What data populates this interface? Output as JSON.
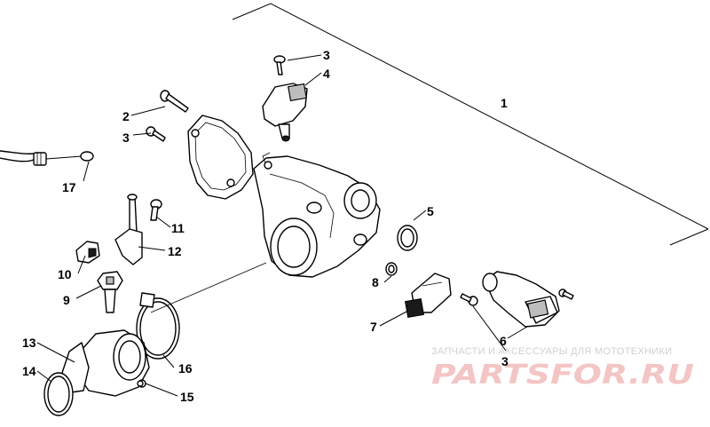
{
  "callouts": [
    {
      "id": "1",
      "label": "1"
    },
    {
      "id": "2",
      "label": "2"
    },
    {
      "id": "3a",
      "label": "3"
    },
    {
      "id": "3b",
      "label": "3"
    },
    {
      "id": "3c",
      "label": "3"
    },
    {
      "id": "4",
      "label": "4"
    },
    {
      "id": "5",
      "label": "5"
    },
    {
      "id": "6",
      "label": "6"
    },
    {
      "id": "7",
      "label": "7"
    },
    {
      "id": "8",
      "label": "8"
    },
    {
      "id": "9",
      "label": "9"
    },
    {
      "id": "10",
      "label": "10"
    },
    {
      "id": "11",
      "label": "11"
    },
    {
      "id": "12",
      "label": "12"
    },
    {
      "id": "13",
      "label": "13"
    },
    {
      "id": "14",
      "label": "14"
    },
    {
      "id": "15",
      "label": "15"
    },
    {
      "id": "16",
      "label": "16"
    },
    {
      "id": "17",
      "label": "17"
    }
  ],
  "watermark": {
    "tagline": "ЗАПЧАСТИ И АКСЕССУАРЫ ДЛЯ МОТОТЕХНИКИ",
    "logo": "PARTSFOR.RU",
    "logo_color": "#f3c5c5"
  }
}
